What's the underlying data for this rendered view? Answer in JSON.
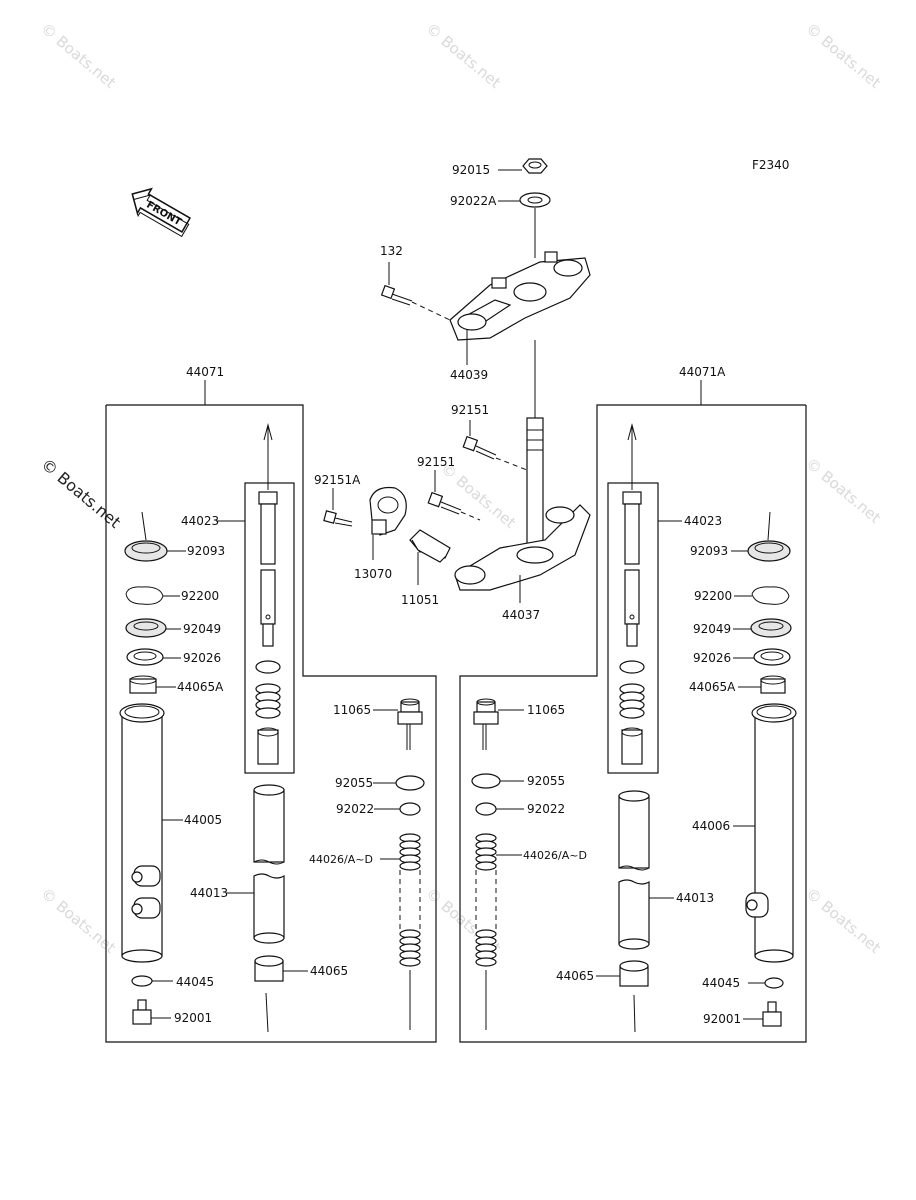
{
  "diagram_code": "F2340",
  "front_arrow_label": "FRONT",
  "watermark": "© Boats.net",
  "labels": {
    "p92015": "92015",
    "p92022A": "92022A",
    "p132": "132",
    "p44039": "44039",
    "p44071": "44071",
    "p44071A": "44071A",
    "p92151_top": "92151",
    "p92151A": "92151A",
    "p92151_mid": "92151",
    "p13070": "13070",
    "p11051": "11051",
    "p44037": "44037",
    "l44023": "44023",
    "l92093": "92093",
    "l92200": "92200",
    "l92049": "92049",
    "l92026": "92026",
    "l44065A": "44065A",
    "l44005": "44005",
    "l44013": "44013",
    "l44065": "44065",
    "l44045": "44045",
    "l92001": "92001",
    "l11065": "11065",
    "l92055": "92055",
    "l92022": "92022",
    "l44026": "44026/A~D",
    "r44023": "44023",
    "r92093": "92093",
    "r92200": "92200",
    "r92049": "92049",
    "r92026": "92026",
    "r44065A": "44065A",
    "r44006": "44006",
    "r44013": "44013",
    "r44065": "44065",
    "r44045": "44045",
    "r92001": "92001",
    "r11065": "11065",
    "r92055": "92055",
    "r92022": "92022",
    "r44026": "44026/A~D"
  }
}
